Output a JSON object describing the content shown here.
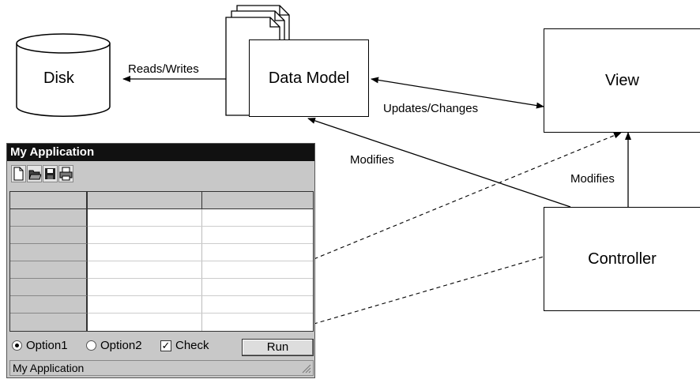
{
  "diagram": {
    "nodes": {
      "disk": "Disk",
      "data_model": "Data Model",
      "view": "View",
      "controller": "Controller"
    },
    "edges": {
      "reads_writes": "Reads/Writes",
      "updates_changes": "Updates/Changes",
      "modifies_model": "Modifies",
      "modifies_view": "Modifies"
    }
  },
  "app": {
    "title": "My Application",
    "toolbar_icons": [
      "new-document-icon",
      "open-folder-icon",
      "save-disk-icon",
      "print-icon"
    ],
    "option1": "Option1",
    "option2": "Option2",
    "check": "Check",
    "run": "Run",
    "status": "My Application"
  }
}
